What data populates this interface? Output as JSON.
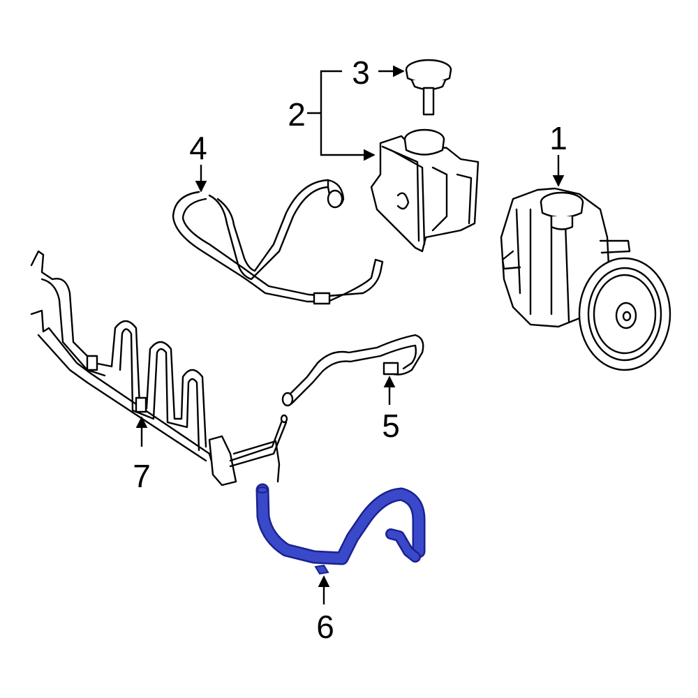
{
  "callouts": [
    {
      "id": "1",
      "label": "1"
    },
    {
      "id": "2",
      "label": "2"
    },
    {
      "id": "3",
      "label": "3"
    },
    {
      "id": "4",
      "label": "4"
    },
    {
      "id": "5",
      "label": "5"
    },
    {
      "id": "6",
      "label": "6"
    },
    {
      "id": "7",
      "label": "7"
    }
  ],
  "highlight_part": "6",
  "colors": {
    "highlight_fill": "#3a49c9",
    "highlight_outline": "#1a2290",
    "line": "#000000",
    "background": "#ffffff"
  }
}
